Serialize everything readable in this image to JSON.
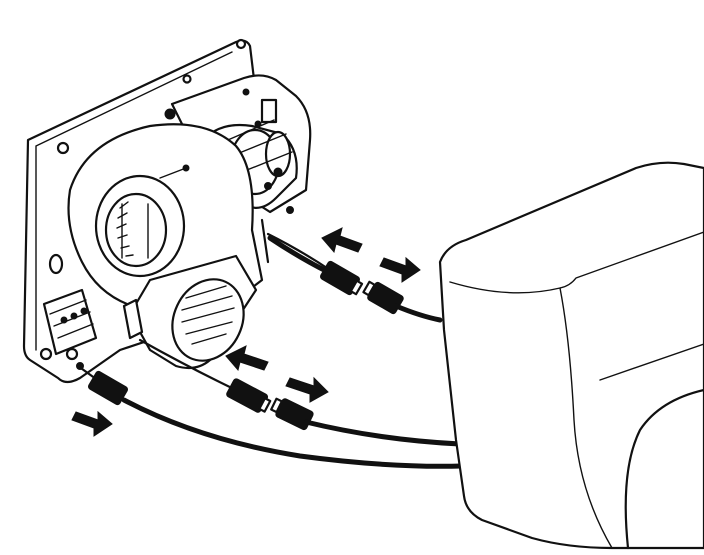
{
  "figure": {
    "components": [
      {
        "id": "mounting-plate",
        "icon": "base-plate"
      },
      {
        "id": "blower-fan",
        "icon": "fan"
      },
      {
        "id": "motor",
        "icon": "motor"
      },
      {
        "id": "terminal-block",
        "icon": "terminal-block"
      },
      {
        "id": "front-cover",
        "icon": "housing-cover"
      },
      {
        "id": "connector-pairs",
        "icon": "plug-connector",
        "count": 2
      },
      {
        "id": "ground-lead",
        "icon": "plug-connector"
      }
    ],
    "arrows": [
      {
        "id": "upper-disconnect-left",
        "direction": "up-left"
      },
      {
        "id": "upper-disconnect-right",
        "direction": "down-right"
      },
      {
        "id": "lower-disconnect-left",
        "direction": "up-left"
      },
      {
        "id": "lower-disconnect-right",
        "direction": "down-right"
      },
      {
        "id": "ground-disconnect",
        "direction": "down-right"
      }
    ],
    "colors": {
      "line": "#111111",
      "background": "#ffffff"
    }
  }
}
